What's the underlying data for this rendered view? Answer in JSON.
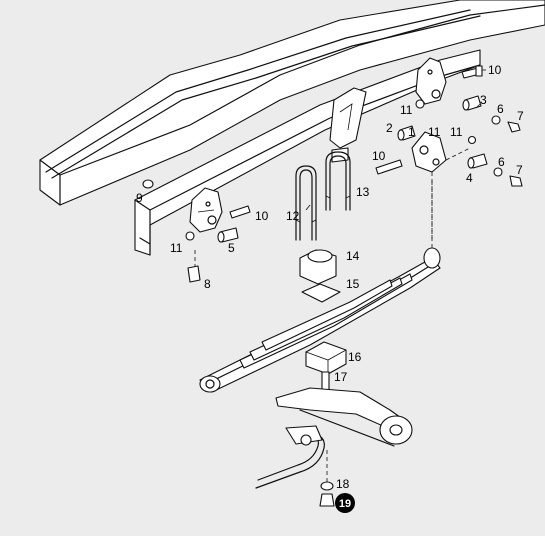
{
  "diagram": {
    "callouts": {
      "c10a": "10",
      "c3": "3",
      "c6a": "6",
      "c7a": "7",
      "c11a": "11",
      "c2": "2",
      "c1": "1",
      "c11b": "11",
      "c11c": "11",
      "c10b": "10",
      "c6b": "6",
      "c7b": "7",
      "c4": "4",
      "c9": "9",
      "c13": "13",
      "c12": "12",
      "c10c": "10",
      "c5": "5",
      "c11d": "11",
      "c8": "8",
      "c14": "14",
      "c15": "15",
      "c16": "16",
      "c17": "17",
      "c18": "18",
      "c19": "19"
    },
    "highlight_color": "#000000",
    "background_color": "#ececec"
  }
}
